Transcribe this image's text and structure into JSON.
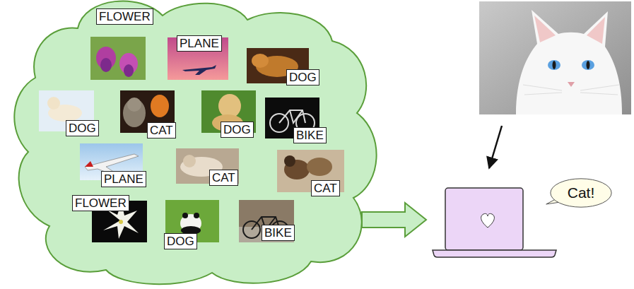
{
  "diagram": {
    "nodes": [
      {
        "text": [
          "FLOWER"
        ]
      },
      {
        "text": [
          "PLANE"
        ]
      },
      {
        "text": [
          "DOG"
        ]
      },
      {
        "text": [
          "DOG"
        ]
      },
      {
        "text": [
          "CAT"
        ]
      },
      {
        "text": [
          "DOG"
        ]
      },
      {
        "text": [
          "BIKE"
        ]
      },
      {
        "text": [
          "PLANE"
        ]
      },
      {
        "text": [
          "CAT"
        ]
      },
      {
        "text": [
          "CAT"
        ]
      },
      {
        "text": [
          "FLOWER"
        ]
      },
      {
        "text": [
          "DOG"
        ]
      },
      {
        "text": [
          "BIKE"
        ]
      },
      {
        "text": [
          "Cat!"
        ]
      }
    ]
  }
}
